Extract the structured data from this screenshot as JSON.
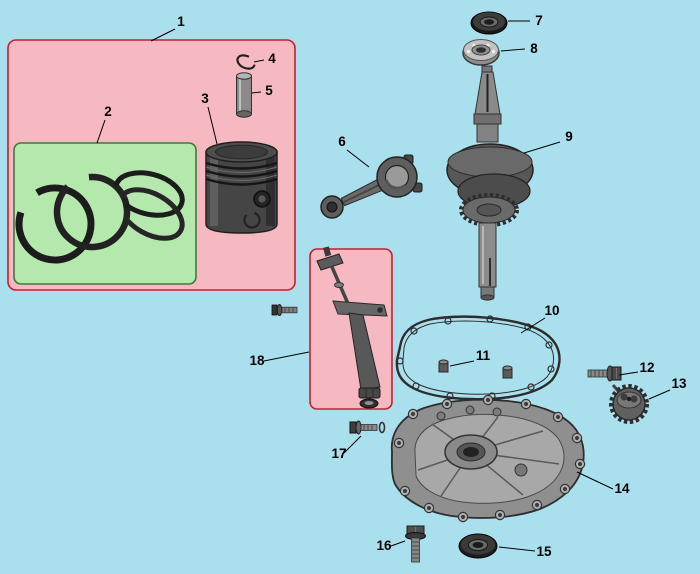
{
  "diagram": {
    "background_color": "#aadfee",
    "highlight_boxes": {
      "group1": {
        "fill": "#f6b9c2",
        "stroke": "#c51f30"
      },
      "group2": {
        "fill": "#b5e8ad",
        "stroke": "#3c7a3c"
      },
      "group18": {
        "fill": "#f6b9c2",
        "stroke": "#c51f30"
      }
    },
    "callouts": [
      {
        "num": "1",
        "part": "piston-assembly-group"
      },
      {
        "num": "2",
        "part": "piston-ring-set"
      },
      {
        "num": "3",
        "part": "piston"
      },
      {
        "num": "4",
        "part": "piston-pin-clip"
      },
      {
        "num": "5",
        "part": "piston-pin"
      },
      {
        "num": "6",
        "part": "connecting-rod"
      },
      {
        "num": "7",
        "part": "oil-seal-top"
      },
      {
        "num": "8",
        "part": "ball-bearing"
      },
      {
        "num": "9",
        "part": "crankshaft"
      },
      {
        "num": "10",
        "part": "crankcase-gasket"
      },
      {
        "num": "11",
        "part": "dowel-pins"
      },
      {
        "num": "12",
        "part": "bolt"
      },
      {
        "num": "13",
        "part": "governor-gear"
      },
      {
        "num": "14",
        "part": "crankcase-cover"
      },
      {
        "num": "15",
        "part": "oil-seal-bottom"
      },
      {
        "num": "16",
        "part": "flange-bolt"
      },
      {
        "num": "17",
        "part": "screw-with-washer"
      },
      {
        "num": "18",
        "part": "governor-arm-assembly"
      }
    ]
  }
}
